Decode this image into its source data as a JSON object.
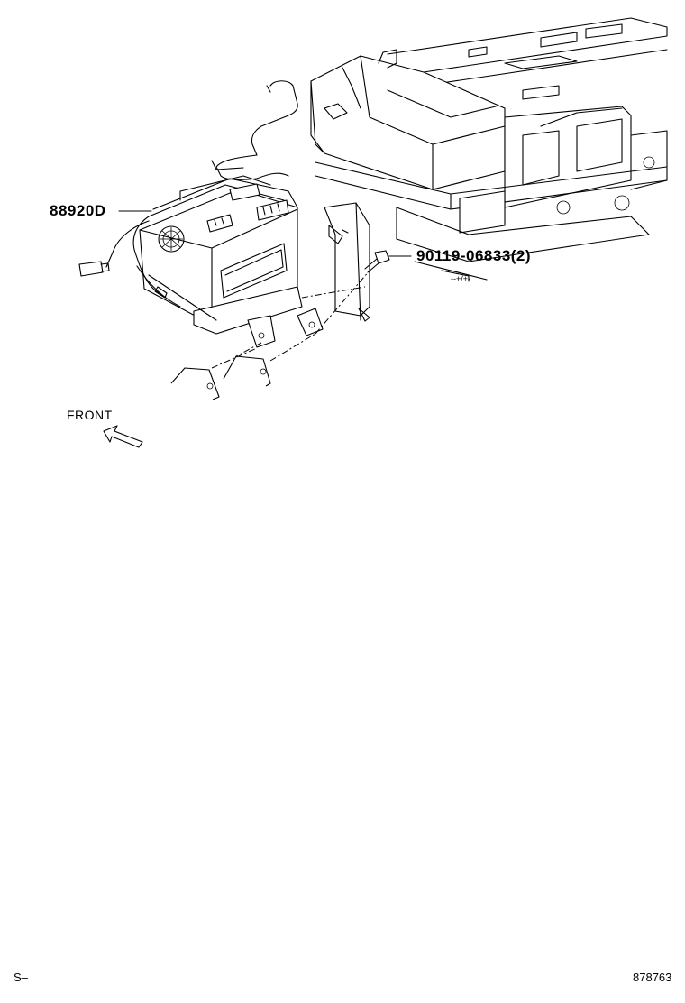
{
  "parts": {
    "module_part_number": "88920D",
    "bolt_part_number": "90119-06833(2)"
  },
  "orientation": {
    "front_label": "FRONT"
  },
  "footer": {
    "left_code": "S–",
    "illustration_number": "878763"
  }
}
